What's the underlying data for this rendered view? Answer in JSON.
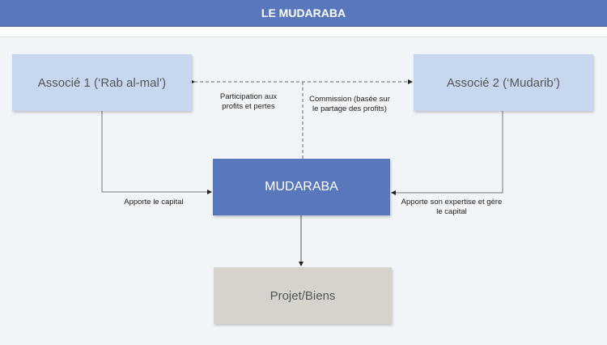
{
  "header": {
    "title": "LE MUDARABA"
  },
  "nodes": {
    "associe1": "Associé 1 (‘Rab al-mal’)",
    "associe2": "Associé 2 (‘Mudarib’)",
    "mudaraba": "MUDARABA",
    "projet": "Projet/Biens"
  },
  "edges": {
    "participation": "Participation aux profits et pertes",
    "commission": "Commission (basée sur le partage des profits)",
    "capital": "Apporte le capital",
    "expertise": "Apporte son expertise et gère le capital"
  }
}
